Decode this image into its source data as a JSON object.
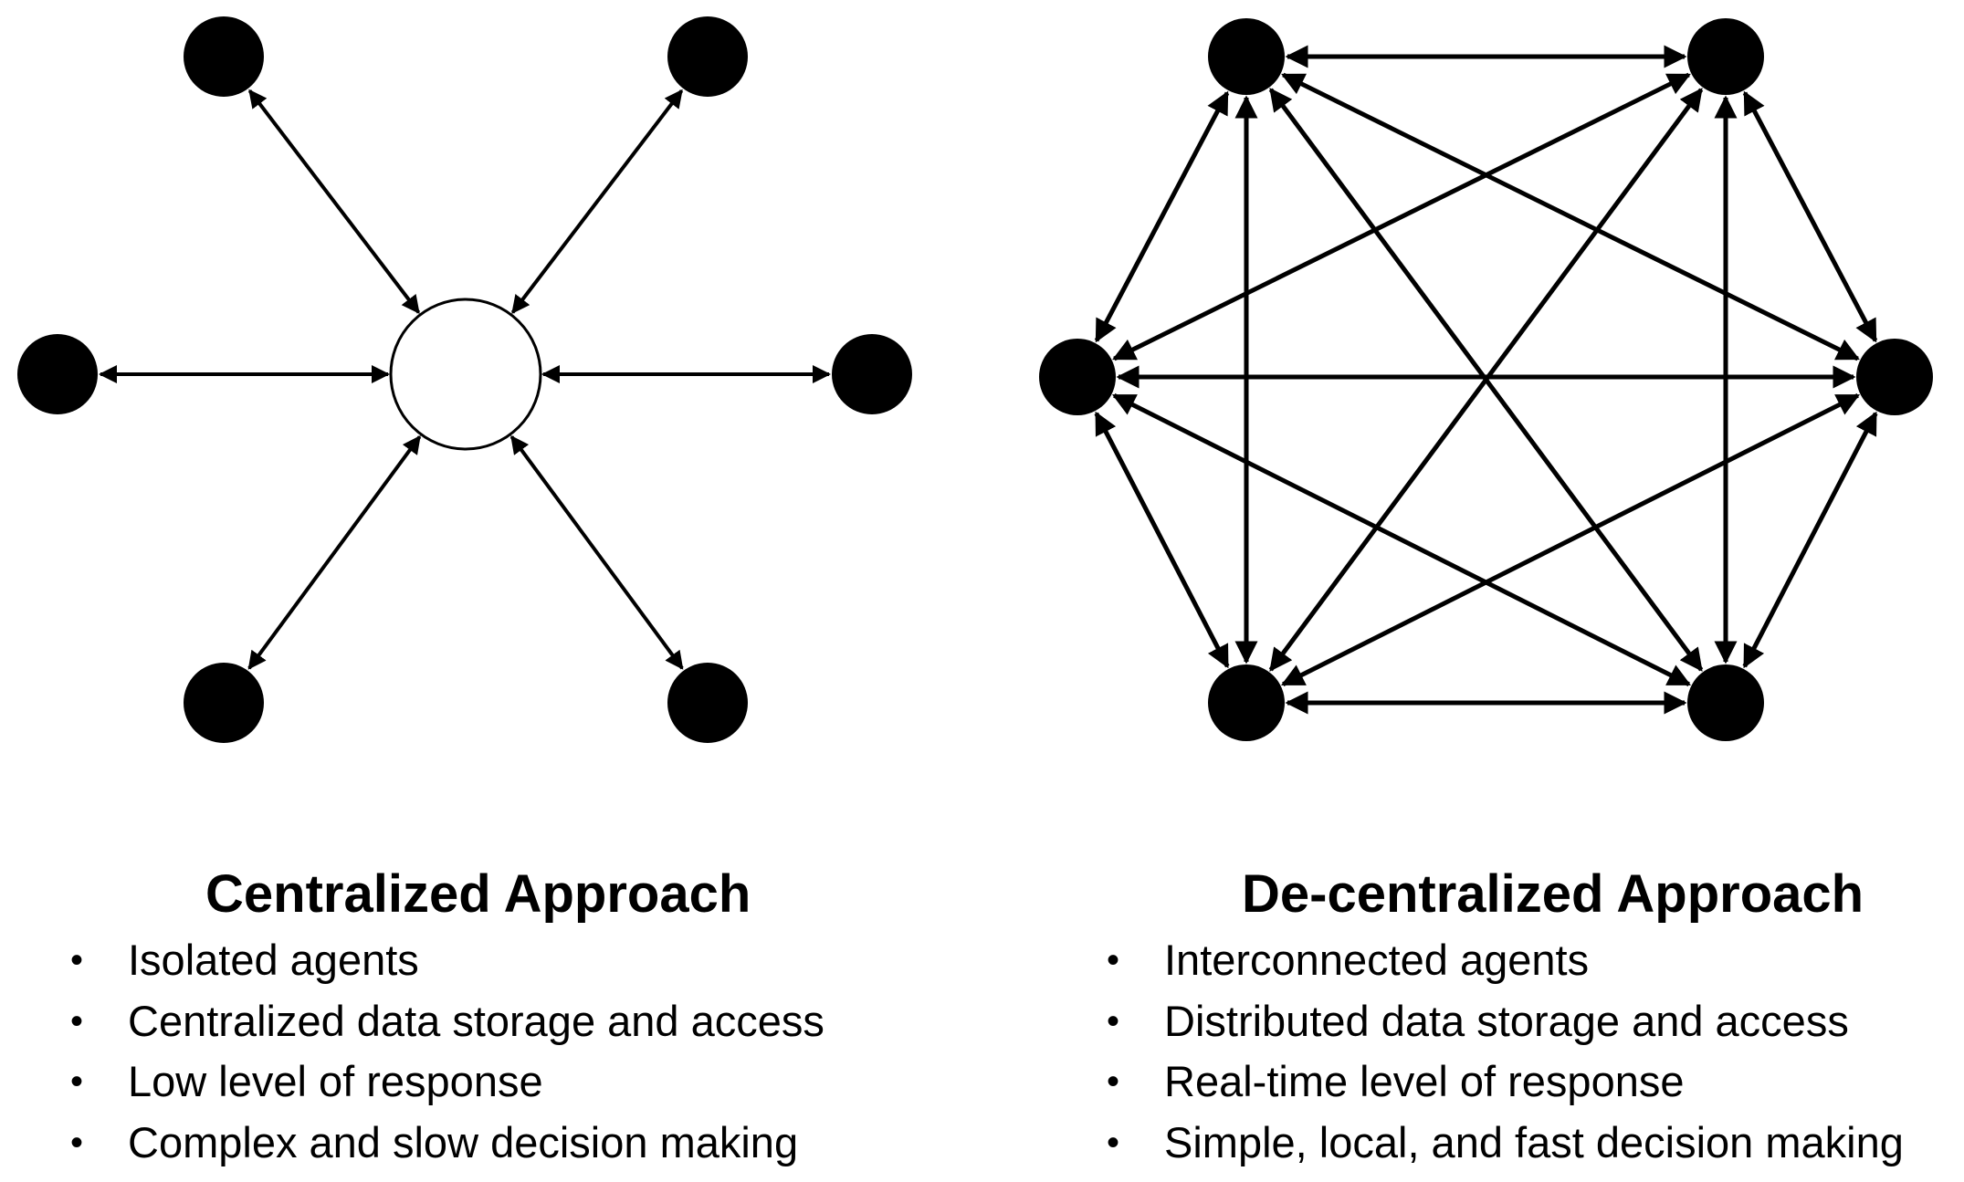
{
  "centralized": {
    "title": "Centralized Approach",
    "bullets": [
      "Isolated agents",
      "Centralized data storage and access",
      "Low level of response",
      "Complex and slow decision making"
    ]
  },
  "decentralized": {
    "title": "De-centralized Approach",
    "bullets": [
      "Interconnected agents",
      "Distributed data storage and access",
      "Real-time level of response",
      "Simple, local, and fast decision making"
    ]
  },
  "colors": {
    "node_fill": "#000000",
    "hub_fill": "#ffffff",
    "edge": "#000000"
  }
}
